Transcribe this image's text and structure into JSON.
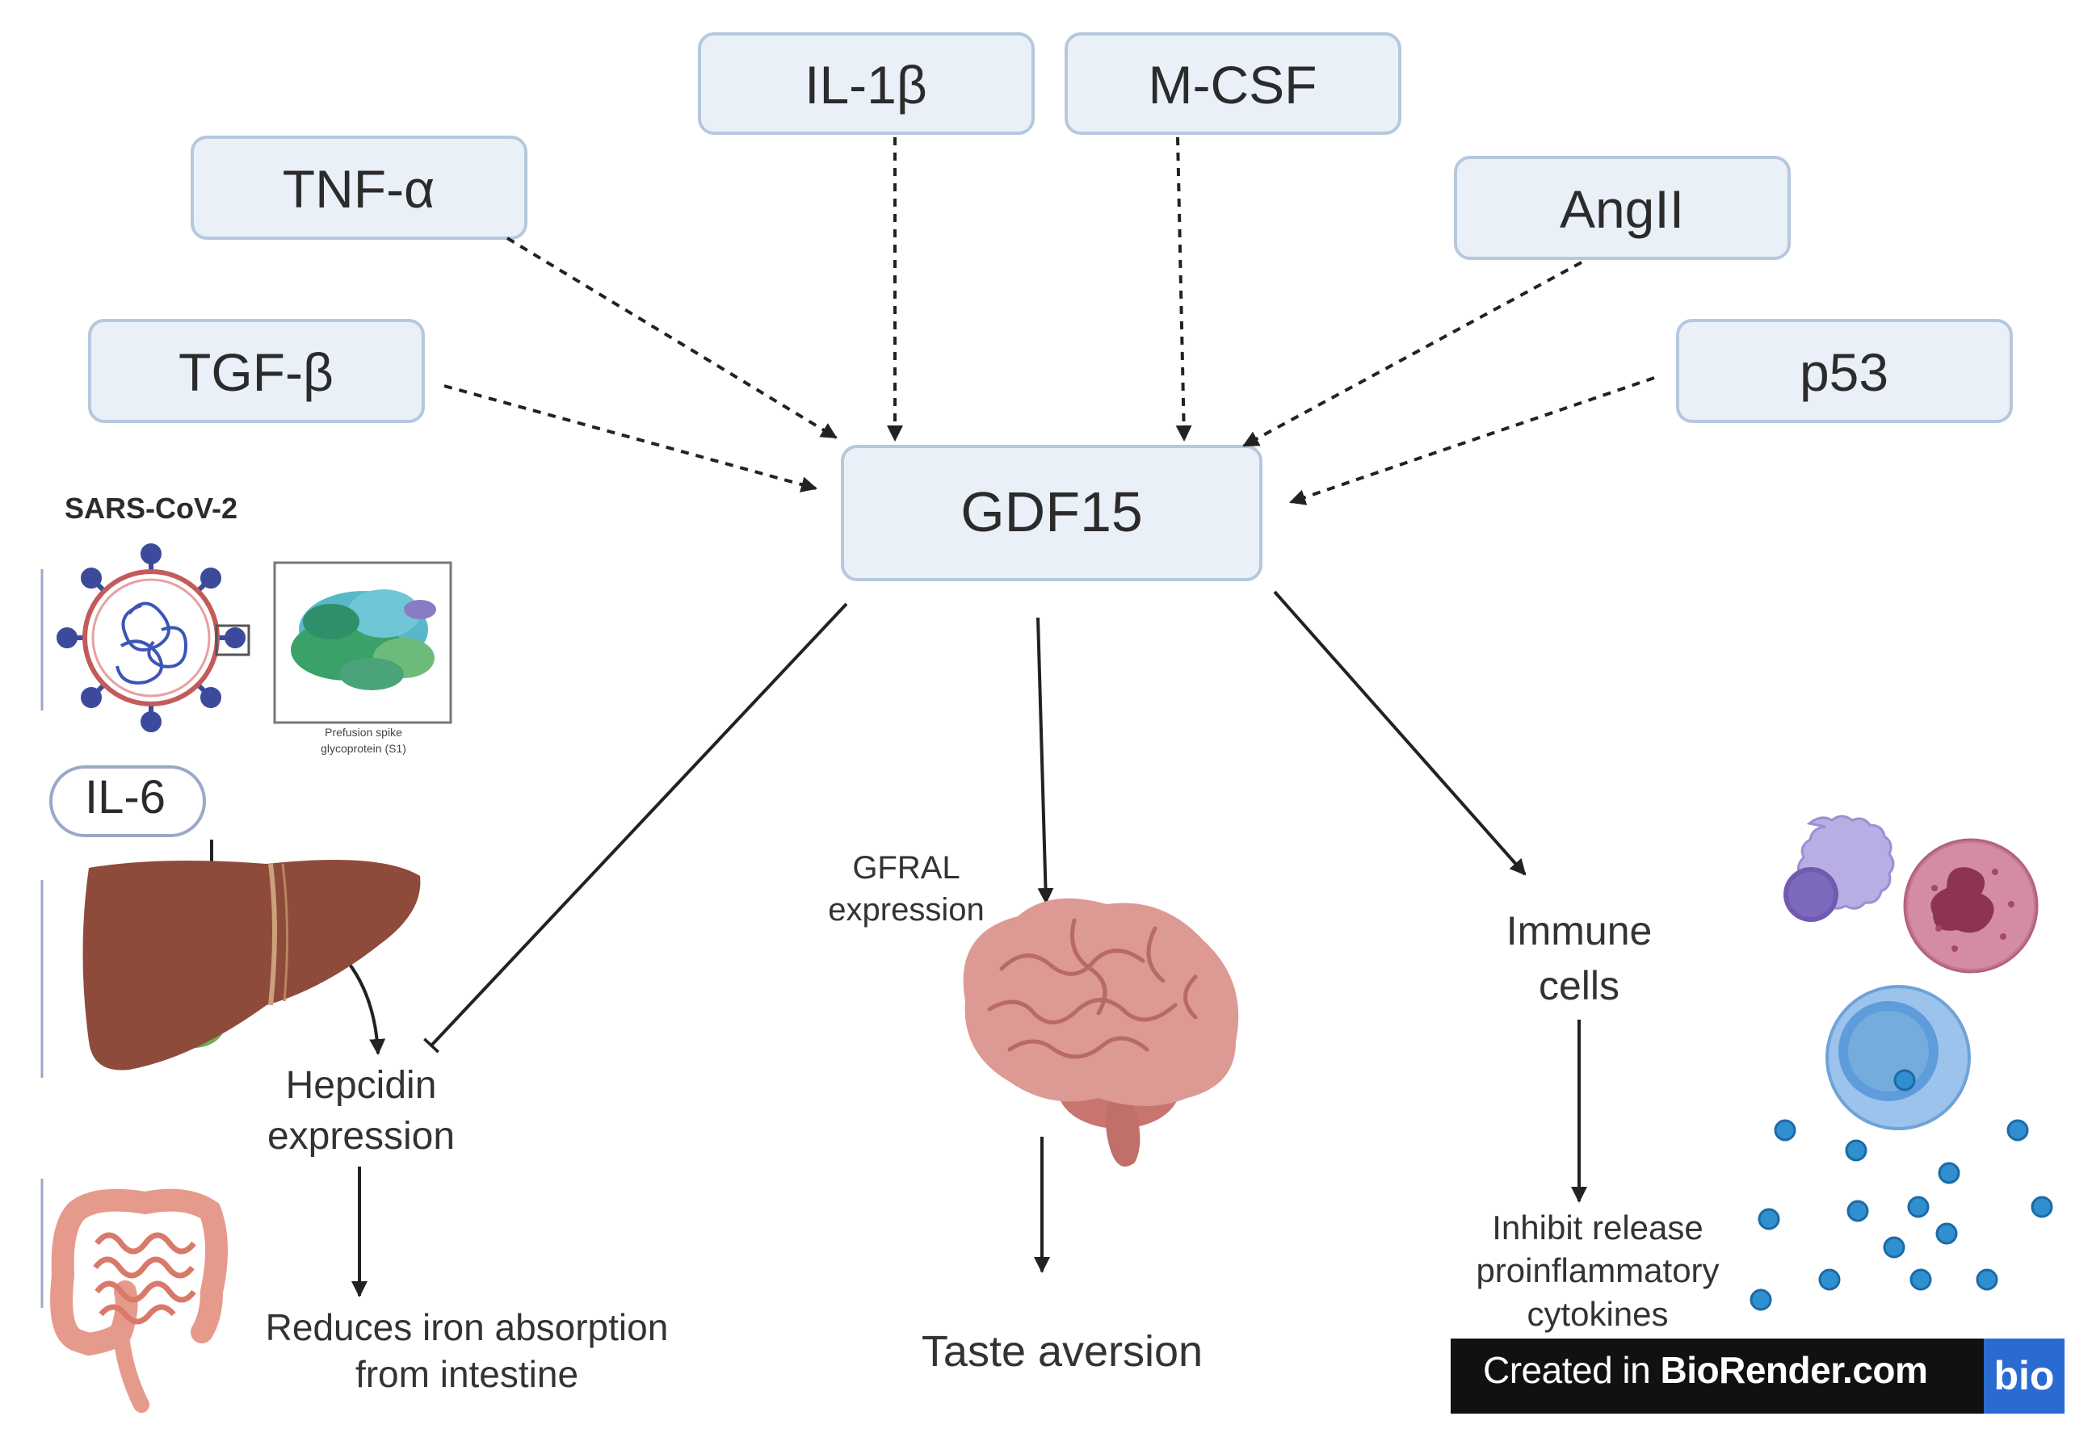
{
  "center": {
    "label": "GDF15"
  },
  "inducers": [
    "IL-1β",
    "M-CSF",
    "TNF-α",
    "AngII",
    "TGF-β",
    "p53"
  ],
  "left_panel": {
    "virus_title": "SARS-CoV-2",
    "spike_caption_line1": "Prefusion spike",
    "spike_caption_line2": "glycoprotein (S1)",
    "il6": "IL-6",
    "hepcidin_line1": "Hepcidin",
    "hepcidin_line2": "expression",
    "iron_line1": "Reduces iron absorption",
    "iron_line2": "from intestine"
  },
  "middle_panel": {
    "gfral_line1": "GFRAL",
    "gfral_line2": "expression",
    "outcome": "Taste aversion"
  },
  "right_panel": {
    "immune_line1": "Immune",
    "immune_line2": "cells",
    "inhibit_line1": "Inhibit release",
    "inhibit_line2": "proinflammatory",
    "inhibit_line3": "cytokines"
  },
  "badge": {
    "prefix": "Created in ",
    "brand": "BioRender.com",
    "logo": "bio"
  },
  "colors": {
    "box_fill": "#e9f0f8",
    "box_stroke": "#b6c8dc",
    "liver": "#8e4a3a",
    "intestine": "#e69a8c",
    "brain": "#d8928e",
    "cytokine": "#2f8fd0"
  }
}
